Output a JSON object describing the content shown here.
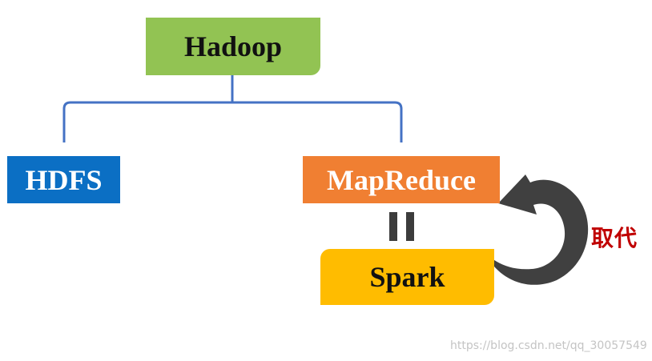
{
  "nodes": {
    "hadoop": "Hadoop",
    "hdfs": "HDFS",
    "mapreduce": "MapReduce",
    "spark": "Spark"
  },
  "relation_label": "取代",
  "watermark": "https://blog.csdn.net/qq_30057549",
  "colors": {
    "hadoop": "#92c353",
    "hdfs": "#0b6fc4",
    "mapreduce": "#f07f32",
    "spark": "#ffbc00",
    "connector": "#4472c4",
    "arrow": "#404040",
    "label": "#c00000"
  }
}
